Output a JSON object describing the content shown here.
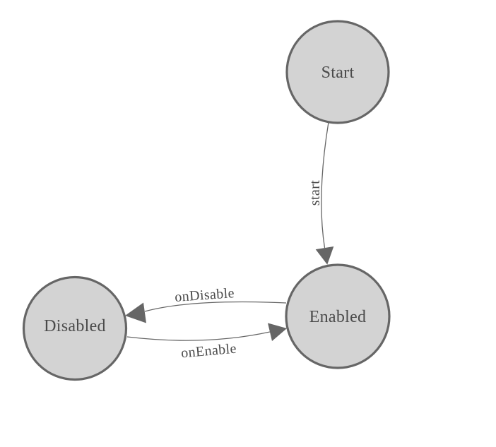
{
  "diagram": {
    "type": "state-machine",
    "nodes": [
      {
        "id": "start",
        "label": "Start"
      },
      {
        "id": "enabled",
        "label": "Enabled"
      },
      {
        "id": "disabled",
        "label": "Disabled"
      }
    ],
    "edges": [
      {
        "id": "start-transition",
        "label": "start",
        "from": "Start",
        "to": "Enabled"
      },
      {
        "id": "on-disable-transition",
        "label": "onDisable",
        "from": "Enabled",
        "to": "Disabled"
      },
      {
        "id": "on-enable-transition",
        "label": "onEnable",
        "from": "Disabled",
        "to": "Enabled"
      }
    ],
    "colors": {
      "background": "#ffffff",
      "node_fill": "#d3d3d3",
      "node_border": "#666666",
      "edge_line": "#666666",
      "arrowhead": "#666666",
      "label_text": "#4a4a4a"
    }
  }
}
